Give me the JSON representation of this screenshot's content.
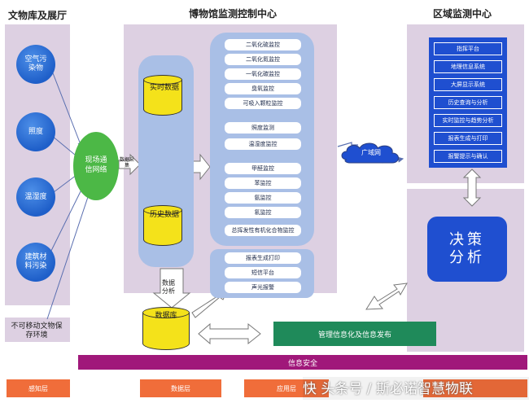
{
  "titles": {
    "left": "文物库及展厅",
    "center": "博物馆监测控制中心",
    "right": "区域监测中心"
  },
  "sensors": [
    "空气污染物",
    "照度",
    "温湿度",
    "建筑材料污染"
  ],
  "comm_hub": "现场通信网络",
  "comm_label": "数据采集",
  "immovable_env": "不可移动文物保存环境",
  "databases": {
    "realtime": "实时数据",
    "history": "历史数据",
    "warehouse": "数据库"
  },
  "data_analysis": "数据分析",
  "monitor_items": [
    "二氧化硫监控",
    "二氧化氮监控",
    "一氧化碳监控",
    "臭氧监控",
    "可吸入颗粒监控",
    "照度监测",
    "温湿度监控",
    "甲醛监控",
    "苯监控",
    "氨监控",
    "氡监控",
    "总挥发性有机化合物监控"
  ],
  "service_items": [
    "报表生成打印",
    "短信平台",
    "声光报警"
  ],
  "wan": "广域网",
  "region_items": [
    "指挥平台",
    "地理信息系统",
    "大屏显示系统",
    "历史查询与分析",
    "实时监控与趋势分析",
    "报表生成与打印",
    "报警提示与确认"
  ],
  "decision": "决策分析",
  "mgmt": "管理信息化及信息发布",
  "security": "信息安全",
  "layers": [
    "感知层",
    "数据层",
    "应用层"
  ],
  "watermark": "快 头条号 / 斯必诺智慧物联",
  "colors": {
    "panel": "#ddd0e2",
    "region_box": "#1f4fd0",
    "mgmt": "#1f8a5a",
    "security": "#a0187a",
    "layer": "#f06d3a"
  }
}
